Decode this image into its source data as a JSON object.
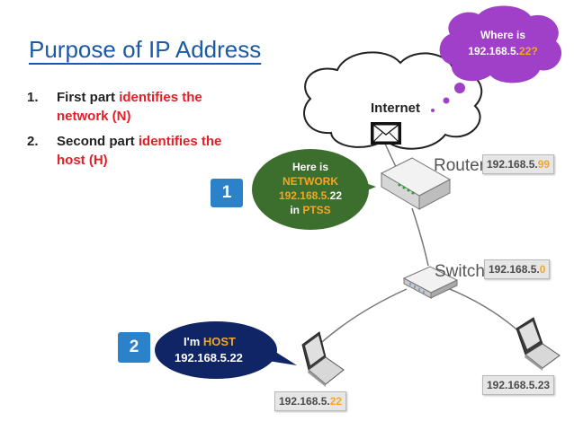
{
  "title": "Purpose of IP Address",
  "list": [
    {
      "num": "1.",
      "text_a": "First part ",
      "text_b": "identifies the network (N)"
    },
    {
      "num": "2.",
      "text_a": "Second part ",
      "text_b": "identifies the host (H)"
    }
  ],
  "cloud_label": "Internet",
  "thought": {
    "line1": "Where is",
    "ip_prefix": "192.168.5.",
    "ip_suffix": "22?"
  },
  "router_label": "Router",
  "switch_label": "Switch",
  "router_ip": {
    "prefix": "192.168.5.",
    "suffix": "99"
  },
  "switch_ip": {
    "prefix": "192.168.5.",
    "suffix": "0"
  },
  "laptop_left_ip": {
    "prefix": "192.168.5.",
    "suffix": "22"
  },
  "laptop_right_ip": "192.168.5.23",
  "network_bubble": {
    "line1": "Here is",
    "line2": "NETWORK",
    "ip_prefix": "192.168.5.",
    "ip_suffix": "22",
    "line4_a": "in ",
    "line4_b": "PTSS"
  },
  "host_bubble": {
    "line1_a": "I'm ",
    "line1_b": "HOST",
    "line2": "192.168.5.22"
  },
  "step_1": "1",
  "step_2": "2",
  "colors": {
    "title": "#1a5aa8",
    "highlight_red": "#e41e26",
    "highlight_orange": "#f5a623",
    "network_bubble": "#3c6e2e",
    "host_bubble": "#0f2566",
    "thought_bubble": "#a040c8",
    "step_box": "#2b82c9"
  }
}
